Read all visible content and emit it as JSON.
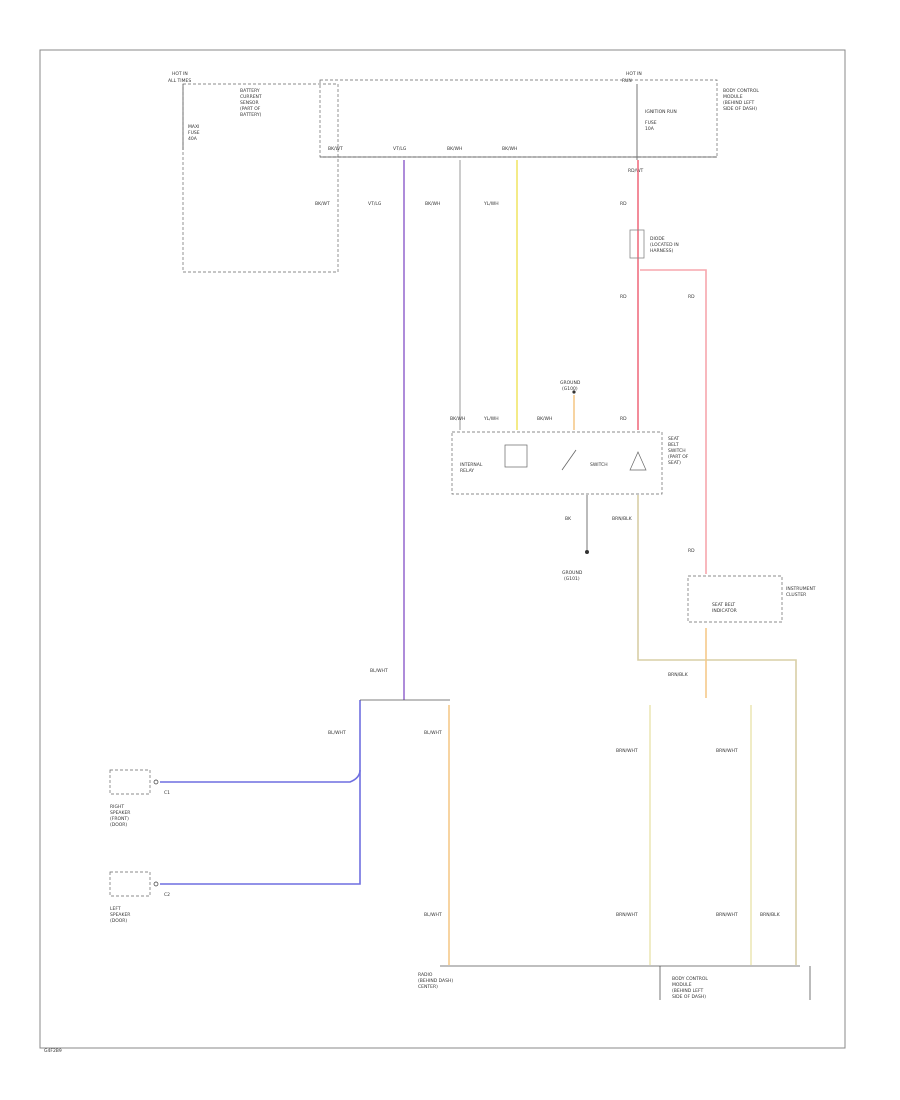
{
  "labels": {
    "fuse_left_title": "HOT IN",
    "fuse_left_sub": "ALL TIMES",
    "fuse_left_desc": [
      "BATTERY",
      "CURRENT",
      "SENSOR",
      "(PART OF",
      "BATTERY)"
    ],
    "fuse_left_fuse": [
      "MAXI",
      "FUSE",
      "40A"
    ],
    "fuse_right_title": "HOT IN",
    "fuse_right_sub": "RUN",
    "fuse_right_desc": [
      "BODY CONTROL",
      "MODULE",
      "(BEHIND LEFT",
      "SIDE OF DASH)"
    ],
    "fuse_right_fuse": [
      "FUSE",
      "10A"
    ],
    "fuse_right_name": "IGNITION RUN",
    "top_connectors": [
      "BK/WT",
      "VT/LG",
      "BK/WH",
      "BK/WH",
      "RD/WT"
    ],
    "top_wires": [
      "BK/WT",
      "VT/LG",
      "BK/WH",
      "YL/WH",
      "RD"
    ],
    "diode": [
      "DIODE",
      "(LOCATED IN",
      "HARNESS)"
    ],
    "red_wires": [
      "RD",
      "RD",
      "RD"
    ],
    "ground": "GROUND",
    "ground_sub": "(G100)",
    "switch_in": [
      "BK/WH",
      "YL/WH",
      "BK/WH",
      "RD"
    ],
    "switch_names": [
      "INTERNAL",
      "RELAY",
      "SWITCH"
    ],
    "switch_desc": [
      "SEAT",
      "BELT",
      "SWITCH",
      "(PART OF",
      "SEAT)"
    ],
    "switch_out": [
      "BK",
      "BRN/BLK"
    ],
    "g_low": "GROUND",
    "g_low_sub": "(G101)",
    "wtl_title": "INSTRUMENT",
    "wtl_sub": "CLUSTER",
    "wtl_name": "SEAT BELT",
    "wtl_name2": "INDICATOR",
    "wtl_wire": "BRN/BLK",
    "junction": "BL/WHT",
    "left_wires": [
      "BL/WHT",
      "BL/WHT",
      "BL/WHT"
    ],
    "speaker_r_pin": "C1",
    "speaker_r": [
      "RIGHT",
      "SPEAKER",
      "(FRONT)",
      "(DOOR)"
    ],
    "speaker_l_pin": "C2",
    "speaker_l": [
      "LEFT",
      "SPEAKER",
      "(DOOR)"
    ],
    "lower_wires": [
      "BRN/WHT",
      "BRN/WHT",
      "BRN/WHT",
      "BRN/WHT",
      "BRN/BLK"
    ],
    "bottom_left": [
      "RADIO",
      "(BEHIND DASH)",
      "CENTER)"
    ],
    "bottom_right": [
      "BODY CONTROL",
      "MODULE",
      "(BEHIND LEFT",
      "SIDE OF DASH)"
    ],
    "footer": "G4F2B9"
  },
  "colors": {
    "violet": "#9a6fd0",
    "yellow": "#f2e66a",
    "red": "#f07080",
    "pink": "#f7a7ad",
    "tan": "#d8cfa6",
    "orange": "#f5c98a",
    "blue": "#6f6fe0",
    "gray": "#777777",
    "black": "#333333"
  }
}
